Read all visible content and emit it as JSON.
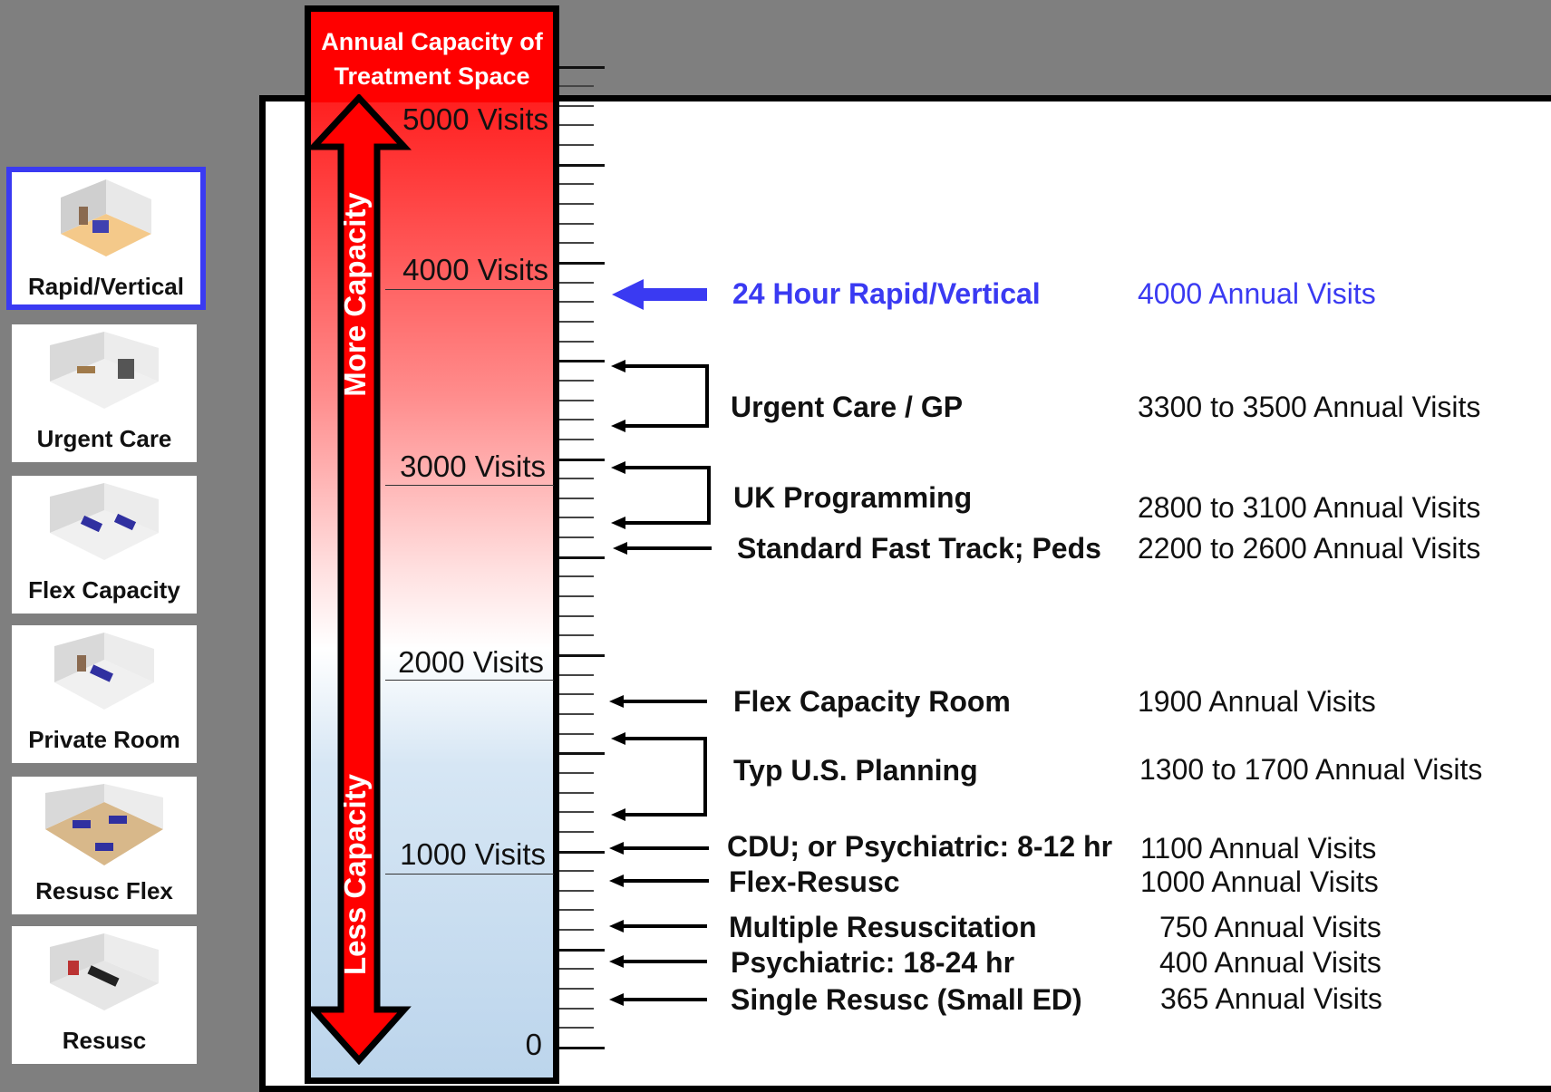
{
  "sidebar": {
    "items": [
      {
        "label": "Rapid/Vertical",
        "selected": true
      },
      {
        "label": "Urgent Care",
        "selected": false
      },
      {
        "label": "Flex Capacity",
        "selected": false
      },
      {
        "label": "Private Room",
        "selected": false
      },
      {
        "label": "Resusc Flex",
        "selected": false
      },
      {
        "label": "Resusc",
        "selected": false
      }
    ]
  },
  "scale": {
    "title": "Annual Capacity of Treatment Space",
    "more_label": "More Capacity",
    "less_label": "Less Capacity",
    "levels": [
      "5000 Visits",
      "4000 Visits",
      "3000 Visits",
      "2000 Visits",
      "1000 Visits",
      "0"
    ]
  },
  "entries": [
    {
      "name": "24 Hour Rapid/Vertical",
      "value": "4000 Annual Visits",
      "highlight": true
    },
    {
      "name": "Urgent Care / GP",
      "value": "3300 to 3500 Annual Visits"
    },
    {
      "name": "UK Programming",
      "value": "2800 to 3100 Annual Visits"
    },
    {
      "name": "Standard Fast Track; Peds",
      "value": "2200 to 2600 Annual Visits"
    },
    {
      "name": "Flex Capacity Room",
      "value": "1900 Annual Visits"
    },
    {
      "name": "Typ U.S. Planning",
      "value": "1300 to 1700 Annual Visits"
    },
    {
      "name": "CDU;  or Psychiatric: 8-12 hr",
      "value": "1100 Annual Visits"
    },
    {
      "name": "Flex-Resusc",
      "value": "1000 Annual Visits"
    },
    {
      "name": "Multiple Resuscitation",
      "value": "750 Annual Visits"
    },
    {
      "name": "Psychiatric: 18-24 hr",
      "value": "400 Annual Visits"
    },
    {
      "name": "Single Resusc (Small ED)",
      "value": "365 Annual Visits"
    }
  ],
  "colors": {
    "highlight": "#3a3af2",
    "scale_red": "#ff0000",
    "background": "#7f7f7f"
  }
}
